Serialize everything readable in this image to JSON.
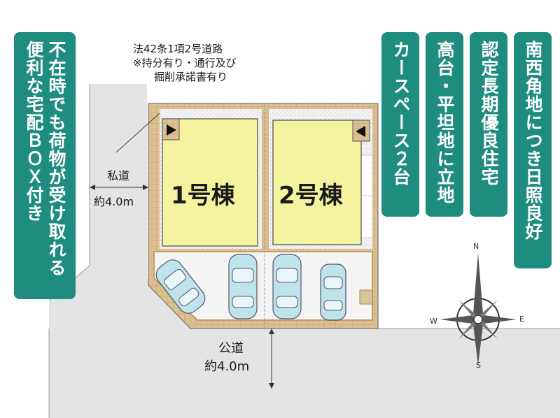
{
  "banners": {
    "left": "不在時でも荷物が受け取れる\n便利な宅配ＢＯＸ付き",
    "carspace": "カースペース２台",
    "elevated": "高台・平坦地に立地",
    "longterm": "認定長期優良住宅",
    "corner": "南西角地につき日照良好"
  },
  "road_note": {
    "line1": "法42条1項2号道路",
    "line2": "※持分有り・通行及び",
    "line3": "掘削承諾書有り"
  },
  "private_road": {
    "name": "私道",
    "width": "約4.0m"
  },
  "public_road": {
    "name": "公道",
    "width": "約4.0m"
  },
  "buildings": {
    "b1": "1号棟",
    "b2": "2号棟"
  },
  "compass": {
    "n": "N",
    "s": "S",
    "e": "E",
    "w": "W"
  },
  "colors": {
    "banner": "#1e8c7e",
    "building": "#f3f3a0",
    "road": "#e6e6e6",
    "paving": "#d8b888",
    "car": "#bfe3ea"
  }
}
